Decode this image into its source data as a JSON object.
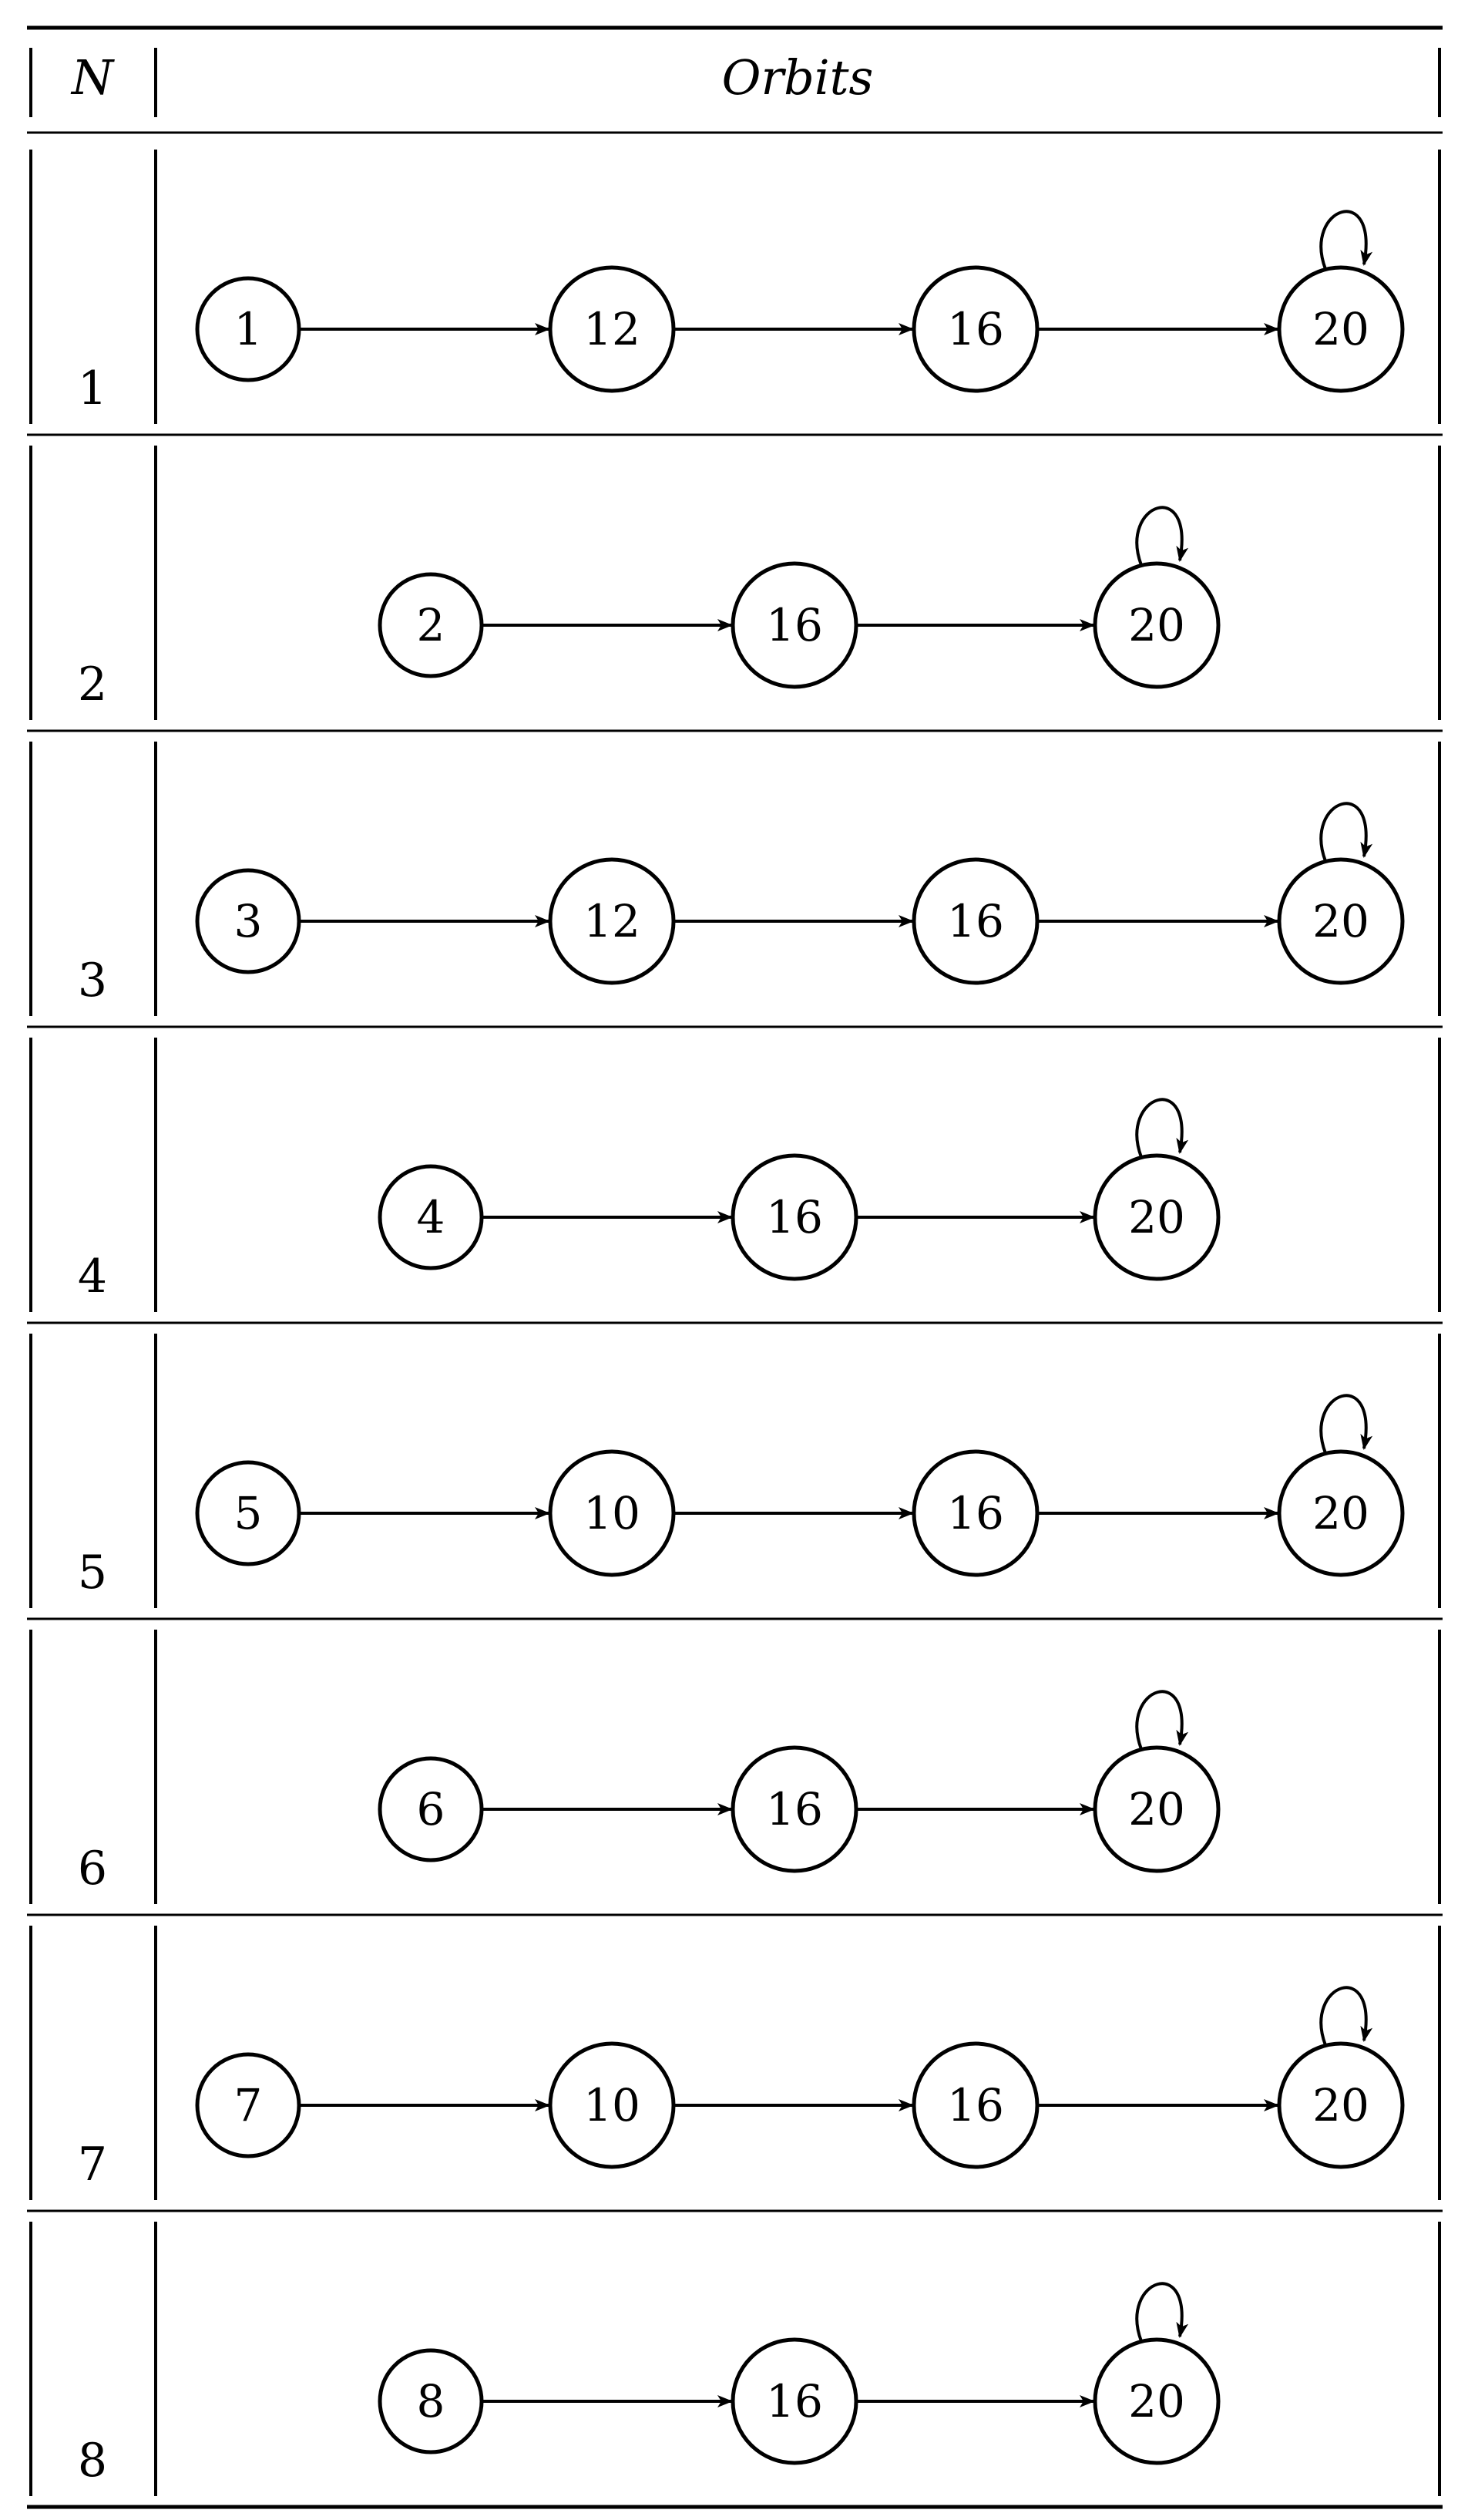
{
  "header": {
    "n_label": "N",
    "orbits_label": "Orbits"
  },
  "rows": [
    {
      "n": "1",
      "orbit": [
        "1",
        "12",
        "16",
        "20"
      ],
      "fixed_point": "20"
    },
    {
      "n": "2",
      "orbit": [
        "2",
        "16",
        "20"
      ],
      "fixed_point": "20"
    },
    {
      "n": "3",
      "orbit": [
        "3",
        "12",
        "16",
        "20"
      ],
      "fixed_point": "20"
    },
    {
      "n": "4",
      "orbit": [
        "4",
        "16",
        "20"
      ],
      "fixed_point": "20"
    },
    {
      "n": "5",
      "orbit": [
        "5",
        "10",
        "16",
        "20"
      ],
      "fixed_point": "20"
    },
    {
      "n": "6",
      "orbit": [
        "6",
        "16",
        "20"
      ],
      "fixed_point": "20"
    },
    {
      "n": "7",
      "orbit": [
        "7",
        "10",
        "16",
        "20"
      ],
      "fixed_point": "20"
    },
    {
      "n": "8",
      "orbit": [
        "8",
        "16",
        "20"
      ],
      "fixed_point": "20"
    }
  ]
}
